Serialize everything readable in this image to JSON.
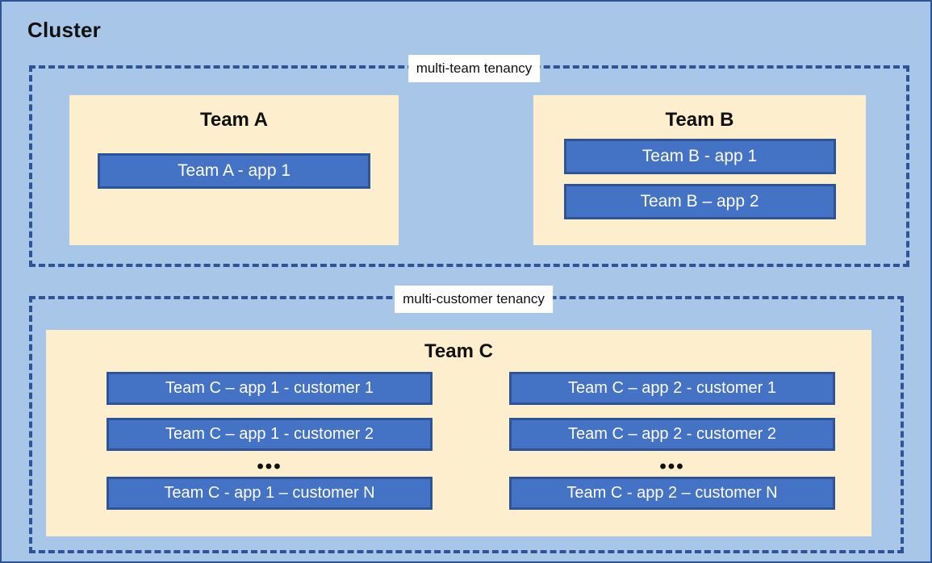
{
  "diagram": {
    "title": "Cluster",
    "background_color": "#A8C6E8",
    "border_color": "#2F5496",
    "panel_color": "#FDEECD",
    "app_color": "#4472C4",
    "app_border_color": "#2F5496"
  },
  "groups": [
    {
      "id": "multi-team",
      "label": "multi-team tenancy",
      "teams": [
        {
          "id": "team-a",
          "title": "Team A",
          "apps": [
            {
              "label": "Team A - app 1"
            }
          ]
        },
        {
          "id": "team-b",
          "title": "Team B",
          "apps": [
            {
              "label": "Team B - app 1"
            },
            {
              "label": "Team B – app 2"
            }
          ]
        }
      ]
    },
    {
      "id": "multi-customer",
      "label": "multi-customer tenancy",
      "teams": [
        {
          "id": "team-c",
          "title": "Team C",
          "columns": [
            {
              "id": "team-c-app-1",
              "apps_top": [
                {
                  "label": "Team C – app 1 - customer 1"
                },
                {
                  "label": "Team C – app 1 - customer 2"
                }
              ],
              "ellipsis": "•••",
              "apps_bottom": [
                {
                  "label": "Team C - app 1 – customer N"
                }
              ]
            },
            {
              "id": "team-c-app-2",
              "apps_top": [
                {
                  "label": "Team C – app 2 - customer 1"
                },
                {
                  "label": "Team C – app 2 - customer 2"
                }
              ],
              "ellipsis": "•••",
              "apps_bottom": [
                {
                  "label": "Team C - app 2 – customer N"
                }
              ]
            }
          ]
        }
      ]
    }
  ]
}
